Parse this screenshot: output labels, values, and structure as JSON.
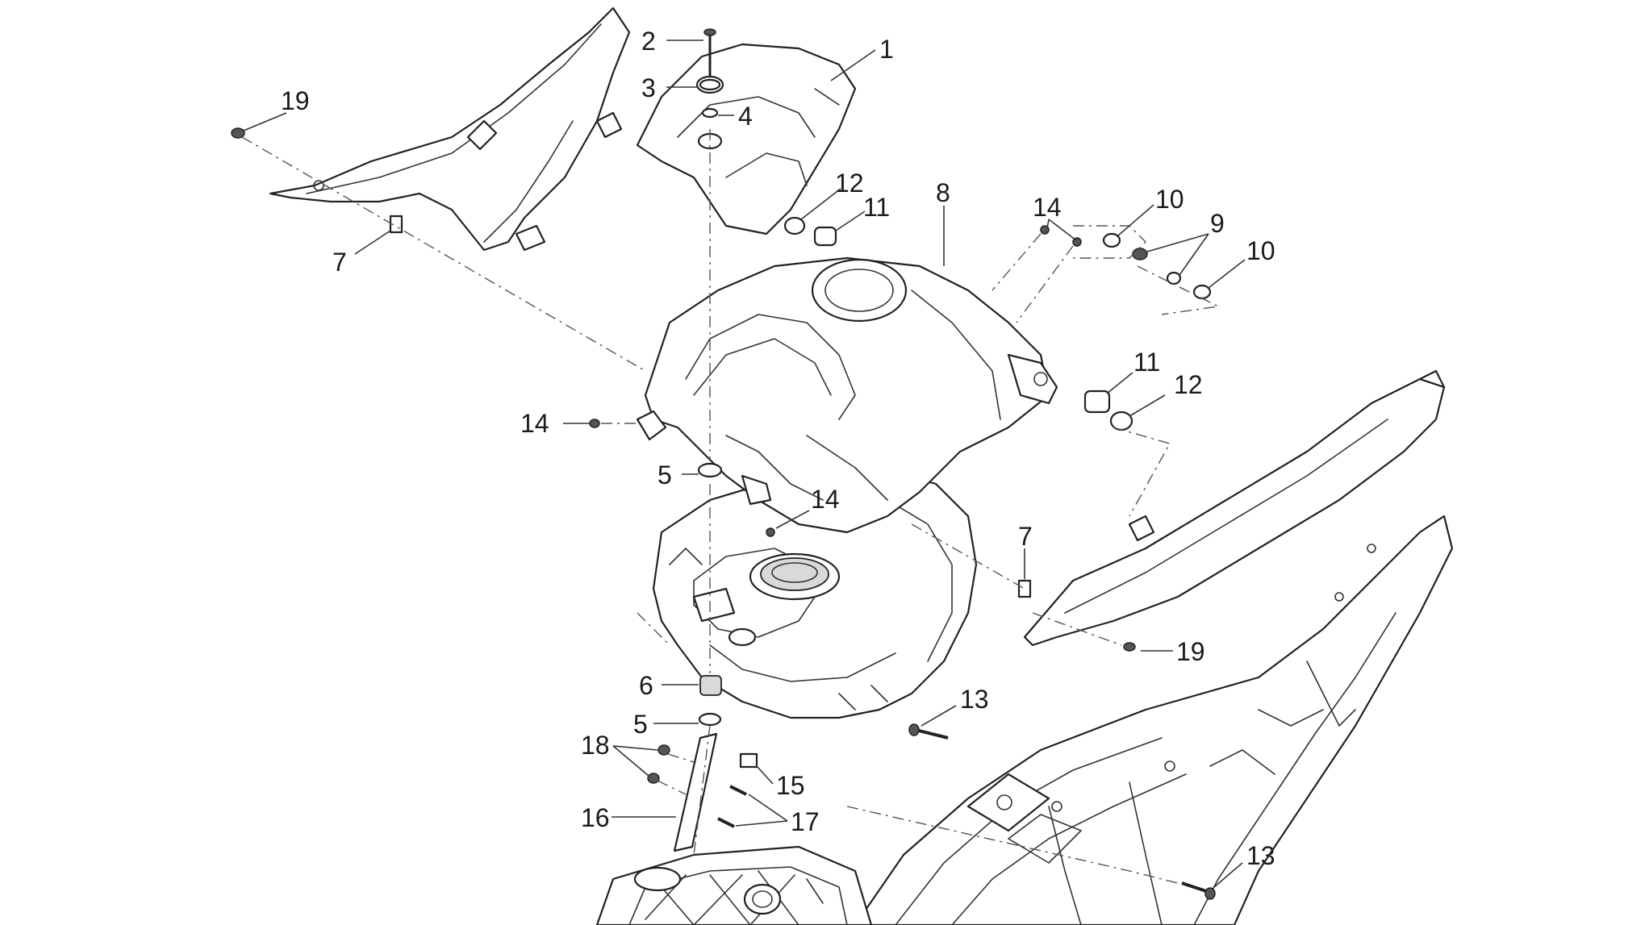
{
  "colors": {
    "line": "#222222",
    "background": "#ffffff",
    "shade": "#d9d9d9"
  },
  "callouts": [
    {
      "id": "c2",
      "label": "2"
    },
    {
      "id": "c1",
      "label": "1"
    },
    {
      "id": "c3",
      "label": "3"
    },
    {
      "id": "c4",
      "label": "4"
    },
    {
      "id": "c19a",
      "label": "19"
    },
    {
      "id": "c7a",
      "label": "7"
    },
    {
      "id": "c8",
      "label": "8"
    },
    {
      "id": "c12a",
      "label": "12"
    },
    {
      "id": "c11a",
      "label": "11"
    },
    {
      "id": "c14a",
      "label": "14"
    },
    {
      "id": "c10a",
      "label": "10"
    },
    {
      "id": "c9",
      "label": "9"
    },
    {
      "id": "c10b",
      "label": "10"
    },
    {
      "id": "c11b",
      "label": "11"
    },
    {
      "id": "c12b",
      "label": "12"
    },
    {
      "id": "c14b",
      "label": "14"
    },
    {
      "id": "c5a",
      "label": "5"
    },
    {
      "id": "c14c",
      "label": "14"
    },
    {
      "id": "c7b",
      "label": "7"
    },
    {
      "id": "c19b",
      "label": "19"
    },
    {
      "id": "c6",
      "label": "6"
    },
    {
      "id": "c13a",
      "label": "13"
    },
    {
      "id": "c5b",
      "label": "5"
    },
    {
      "id": "c18",
      "label": "18"
    },
    {
      "id": "c15",
      "label": "15"
    },
    {
      "id": "c16",
      "label": "16"
    },
    {
      "id": "c17",
      "label": "17"
    },
    {
      "id": "c13b",
      "label": "13"
    }
  ]
}
